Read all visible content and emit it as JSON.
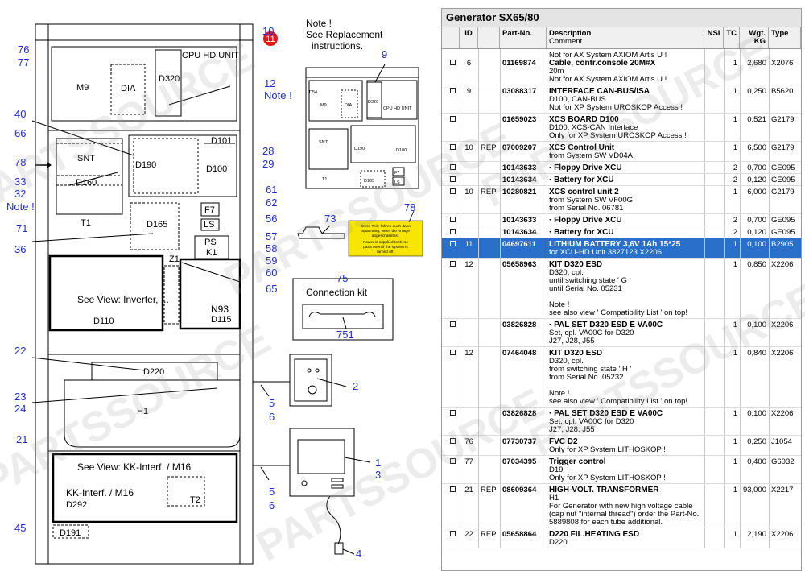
{
  "diagram": {
    "note1": [
      "Note !",
      "See Replacement",
      "instructions."
    ],
    "note2": [
      "12",
      "Note !"
    ],
    "note3": [
      "33",
      "32",
      "Note !"
    ],
    "badge": "11",
    "warning": [
      "Diese Teile führen auch dann",
      "Spannung, wenn die Anlage",
      "abgeschaltet ist.",
      "Power is supplied to these",
      "parts even if the system is",
      "turned off."
    ],
    "labels": {
      "cpu": "CPU HD UNIT",
      "m9": "M9",
      "dia": "DIA",
      "d320": "D320",
      "snt": "SNT",
      "d190": "D190",
      "d101": "D101",
      "d100": "D100",
      "d160": "D160",
      "t1": "T1",
      "d165": "D165",
      "f7": "F7",
      "ls": "LS",
      "ps": "PS",
      "k1": "K1",
      "z1": "Z1",
      "inverter": "See View: Inverter, ...",
      "d110": "D110",
      "n93": "N93",
      "d115": "D115",
      "d220": "D220",
      "h1": "H1",
      "kk_view": "See View: KK-Interf. / M16",
      "kk": "KK-Interf. / M16",
      "d292": "D292",
      "t2": "T2",
      "d191": "D191",
      "connection_kit": "Connection kit",
      "mini_d54": "D54",
      "mini_d320": "D320",
      "mini_cpu": "CPU HD UNIT",
      "mini_m9": "M9",
      "mini_dia": "DIA",
      "mini_snt": "SNT",
      "mini_d190": "D190",
      "mini_d100": "D100",
      "mini_t1": "T1",
      "mini_d165": "D165",
      "mini_f7": "F7",
      "mini_ls": "LS"
    },
    "callouts": {
      "c10": "10",
      "c76": "76",
      "c77": "77",
      "c40": "40",
      "c66": "66",
      "c78": "78",
      "c28": "28",
      "c29": "29",
      "c61": "61",
      "c62": "62",
      "c71": "71",
      "c56": "56",
      "c57": "57",
      "c58": "58",
      "c59": "59",
      "c60": "60",
      "c36": "36",
      "c65": "65",
      "c22": "22",
      "c23": "23",
      "c24": "24",
      "c21": "21",
      "c45": "45",
      "c9": "9",
      "c73": "73",
      "c78b": "78",
      "c75": "75",
      "c751": "751",
      "c2": "2",
      "c5a": "5",
      "c6a": "6",
      "c1": "1",
      "c3": "3",
      "c5b": "5",
      "c6b": "6",
      "c4": "4"
    }
  },
  "parts": {
    "title": "Generator SX65/80",
    "headers": {
      "id": "ID",
      "partno": "Part-No.",
      "desc": "Description",
      "comment": "Comment",
      "nsi": "NSI",
      "tc": "TC",
      "wgt": "Wgt.",
      "kg": "KG",
      "type": "Type"
    },
    "rows": [
      {
        "id": "6",
        "rep": "",
        "part": "01169874",
        "main": "Cable, contr.console 20M#X",
        "pre": [
          "Not for AX System AXIOM Artis U !"
        ],
        "post": [
          "20m",
          "Not for AX System AXIOM Artis U !"
        ],
        "tc": "1",
        "wgt": "2,680",
        "type": "X2076",
        "selected": false
      },
      {
        "id": "9",
        "rep": "",
        "part": "03088317",
        "main": "INTERFACE CAN-BUS/ISA",
        "pre": [],
        "post": [
          "D100, CAN-BUS",
          "Not for XP System UROSKOP Access !"
        ],
        "tc": "1",
        "wgt": "0,250",
        "type": "B5620",
        "selected": false
      },
      {
        "id": "",
        "rep": "",
        "part": "01659023",
        "main": "XCS BOARD D100",
        "pre": [],
        "post": [
          "D100, XCS-CAN Interface",
          "Only for XP System UROSKOP Access !"
        ],
        "tc": "1",
        "wgt": "0,521",
        "type": "G2179",
        "selected": false
      },
      {
        "id": "10",
        "rep": "REP",
        "part": "07009207",
        "main": "XCS Control Unit",
        "pre": [],
        "post": [
          "from System SW VD04A"
        ],
        "tc": "1",
        "wgt": "6,500",
        "type": "G2179",
        "selected": false
      },
      {
        "id": "",
        "rep": "",
        "part": "10143633",
        "main": "· Floppy Drive XCU",
        "pre": [],
        "post": [],
        "tc": "2",
        "wgt": "0,700",
        "type": "GE095",
        "selected": false
      },
      {
        "id": "",
        "rep": "",
        "part": "10143634",
        "main": "· Battery for XCU",
        "pre": [],
        "post": [],
        "tc": "2",
        "wgt": "0,120",
        "type": "GE095",
        "selected": false
      },
      {
        "id": "10",
        "rep": "REP",
        "part": "10280821",
        "main": "XCS control unit 2",
        "pre": [],
        "post": [
          "from System SW VF00G",
          "from Serial No. 06781"
        ],
        "tc": "1",
        "wgt": "6,000",
        "type": "G2179",
        "selected": false
      },
      {
        "id": "",
        "rep": "",
        "part": "10143633",
        "main": "· Floppy Drive XCU",
        "pre": [],
        "post": [],
        "tc": "2",
        "wgt": "0,700",
        "type": "GE095",
        "selected": false
      },
      {
        "id": "",
        "rep": "",
        "part": "10143634",
        "main": "· Battery for XCU",
        "pre": [],
        "post": [],
        "tc": "2",
        "wgt": "0,120",
        "type": "GE095",
        "selected": false
      },
      {
        "id": "11",
        "rep": "",
        "part": "04697611",
        "main": "LITHIUM BATTERY 3,6V 1Ah 15*25",
        "pre": [],
        "post": [
          "for XCU-HD Unit 3827123 X2206"
        ],
        "tc": "1",
        "wgt": "0,100",
        "type": "B2905",
        "selected": true
      },
      {
        "id": "12",
        "rep": "",
        "part": "05658963",
        "main": "KIT D320 ESD",
        "pre": [],
        "post": [
          "D320, cpl.",
          "until switching state ' G '",
          "until Serial No. 05231",
          "",
          "Note !",
          "see also view ' Compatibility List ' on top!"
        ],
        "tc": "1",
        "wgt": "0,850",
        "type": "X2206",
        "selected": false
      },
      {
        "id": "",
        "rep": "",
        "part": "03826828",
        "main": "· PAL SET D320 ESD E VA00C",
        "pre": [],
        "post": [
          "Set, cpl. VA00C for D320",
          "J27, J28, J55"
        ],
        "tc": "1",
        "wgt": "0,100",
        "type": "X2206",
        "selected": false
      },
      {
        "id": "12",
        "rep": "",
        "part": "07464048",
        "main": "KIT D320 ESD",
        "pre": [],
        "post": [
          "D320, cpl.",
          "from switching state ' H '",
          "from Serial No. 05232",
          "",
          "Note !",
          "see also view ' Compatibility List ' on top!"
        ],
        "tc": "1",
        "wgt": "0,840",
        "type": "X2206",
        "selected": false
      },
      {
        "id": "",
        "rep": "",
        "part": "03826828",
        "main": "· PAL SET D320 ESD E VA00C",
        "pre": [],
        "post": [
          "Set, cpl. VA00C for D320",
          "J27, J28, J55"
        ],
        "tc": "1",
        "wgt": "0,100",
        "type": "X2206",
        "selected": false
      },
      {
        "id": "76",
        "rep": "",
        "part": "07730737",
        "main": "FVC D2",
        "pre": [],
        "post": [
          "Only for XP System LITHOSKOP !"
        ],
        "tc": "1",
        "wgt": "0,250",
        "type": "J1054",
        "selected": false
      },
      {
        "id": "77",
        "rep": "",
        "part": "07034395",
        "main": "Trigger control",
        "pre": [],
        "post": [
          "D19",
          "Only for XP System LITHOSKOP !"
        ],
        "tc": "1",
        "wgt": "0,400",
        "type": "G6032",
        "selected": false
      },
      {
        "id": "21",
        "rep": "REP",
        "part": "08609364",
        "main": "HIGH-VOLT. TRANSFORMER",
        "pre": [],
        "post": [
          "H1",
          "For Generator with new high voltage cable",
          "(cap nut \"internal thread\") order the Part-No.",
          "5889808 for each tube additional."
        ],
        "tc": "1",
        "wgt": "93,000",
        "type": "X2217",
        "selected": false
      },
      {
        "id": "22",
        "rep": "REP",
        "part": "05658864",
        "main": "D220 FIL.HEATING ESD",
        "pre": [],
        "post": [
          "D220"
        ],
        "tc": "1",
        "wgt": "2,190",
        "type": "X2206",
        "selected": false
      }
    ]
  },
  "watermark": "PARTSSOURCE",
  "colors": {
    "callout": "#1f2fd0",
    "badge": "#e01818",
    "selected": "#2a6fc9",
    "warning": "#f8e500"
  }
}
